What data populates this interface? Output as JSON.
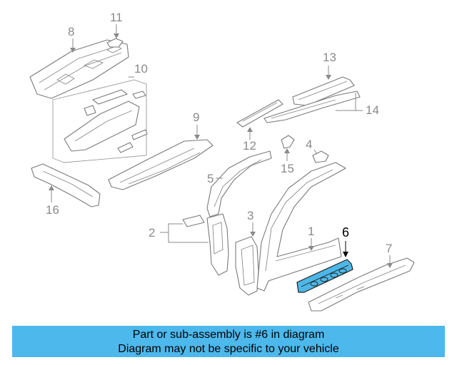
{
  "callouts": {
    "c1": "1",
    "c2": "2",
    "c3": "3",
    "c4": "4",
    "c5": "5",
    "c6": "6",
    "c7": "7",
    "c8": "8",
    "c9": "9",
    "c10": "10",
    "c11": "11",
    "c12": "12",
    "c13": "13",
    "c14": "14",
    "c15": "15",
    "c16": "16"
  },
  "highlight": {
    "part_number": "6",
    "color": "#4db8e8"
  },
  "banner": {
    "line1": "Part or sub-assembly is #6 in diagram",
    "line2": "Diagram may not be specific to your vehicle",
    "color": "#4db8ec"
  }
}
